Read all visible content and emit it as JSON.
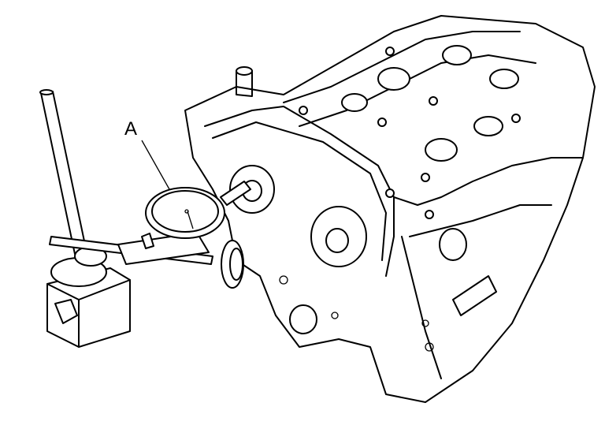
{
  "diagram": {
    "callouts": [
      {
        "id": "A",
        "label": "A",
        "refers_to": "dial-indicator"
      }
    ],
    "colors": {
      "line": "#000000",
      "background": "#ffffff"
    }
  }
}
